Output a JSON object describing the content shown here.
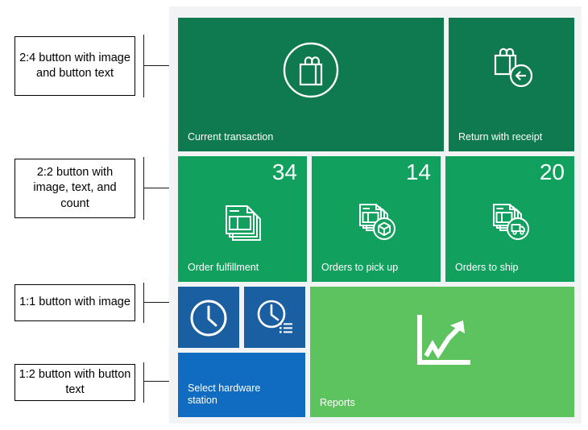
{
  "annotations": [
    {
      "text": "2:4 button with image and button text",
      "name": "annotation-2x4"
    },
    {
      "text": "2:2 button with image, text, and count",
      "name": "annotation-2x2"
    },
    {
      "text": "1:1 button with image",
      "name": "annotation-1x1"
    },
    {
      "text": "1:2 button with button text",
      "name": "annotation-1x2"
    }
  ],
  "colors": {
    "board_background": "#f1f3f4",
    "tile_dark_green": "#0f7a4f",
    "tile_green": "#11a05e",
    "tile_blue_dark": "#1b5fa3",
    "tile_blue": "#0f6cc0",
    "tile_light_green": "#5cc35e",
    "text_white": "#ffffff",
    "annotation_border": "#000000"
  },
  "tiles": [
    {
      "id": "current-transaction",
      "label": "Current transaction",
      "count": null,
      "icon": "shopping-bag-circle-icon",
      "size": "2:4",
      "color": "#0f7a4f"
    },
    {
      "id": "return-with-receipt",
      "label": "Return with receipt",
      "count": null,
      "icon": "shopping-bag-return-icon",
      "size": "2:2",
      "color": "#0f7a4f"
    },
    {
      "id": "order-fulfillment",
      "label": "Order fulfillment",
      "count": "34",
      "icon": "document-stack-icon",
      "size": "2:2",
      "color": "#11a05e"
    },
    {
      "id": "orders-to-pick-up",
      "label": "Orders to pick up",
      "count": "14",
      "icon": "document-stack-package-icon",
      "size": "2:2",
      "color": "#11a05e"
    },
    {
      "id": "orders-to-ship",
      "label": "Orders to ship",
      "count": "20",
      "icon": "document-stack-truck-icon",
      "size": "2:2",
      "color": "#11a05e"
    },
    {
      "id": "clock",
      "label": "",
      "count": null,
      "icon": "clock-icon",
      "size": "1:1",
      "color": "#1b5fa3"
    },
    {
      "id": "clock-list",
      "label": "",
      "count": null,
      "icon": "clock-list-icon",
      "size": "1:1",
      "color": "#1b5fa3"
    },
    {
      "id": "select-hardware-station",
      "label": "Select hardware\nstation",
      "count": null,
      "icon": null,
      "size": "1:2",
      "color": "#0f6cc0"
    },
    {
      "id": "reports",
      "label": "Reports",
      "count": null,
      "icon": "growth-chart-icon",
      "size": "2:4",
      "color": "#5cc35e"
    }
  ]
}
